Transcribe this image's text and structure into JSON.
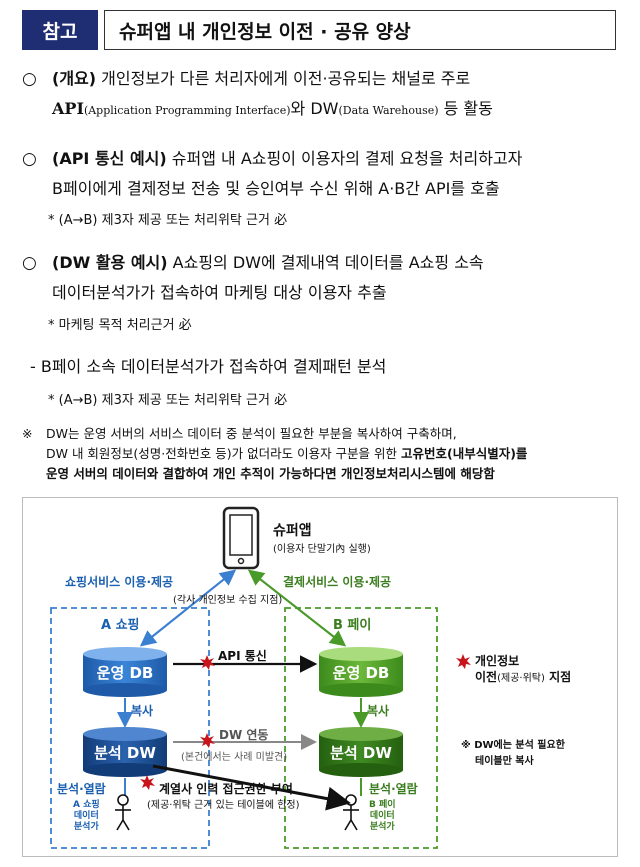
{
  "header": {
    "tag": "참고",
    "title": "슈퍼앱 내 개인정보 이전 · 공유 양상"
  },
  "bullet_symbol": "○",
  "items": [
    {
      "label": "(개요)",
      "line1_rest": " 개인정보가 다른 처리자에게 이전·공유되는 채널로 주로",
      "api_strong": "API",
      "api_paren": "(Application Programming Interface)",
      "mid": "와 DW",
      "dw_paren": "(Data Warehouse)",
      "end": " 등 활동"
    },
    {
      "label": "(API 통신 예시)",
      "line1_rest": " 슈퍼앱 내 A쇼핑이 이용자의 결제 요청을 처리하고자",
      "line2": "B페이에게 결제정보 전송 및 승인여부 수신 위해 A·B간 API를 호출",
      "note": "* (A→B) 제3자 제공 또는 처리위탁 근거 必"
    },
    {
      "label": "(DW 활용 예시)",
      "line1_rest": " A쇼핑의 DW에 결제내역 데이터를 A쇼핑 소속",
      "line2": "데이터분석가가 접속하여 마케팅 대상 이용자 추출",
      "note": "* 마케팅 목적 처리근거 必"
    }
  ],
  "dash_item": {
    "text": "- B페이 소속 데이터분석가가 접속하여 결제패턴 분석",
    "note": "* (A→B) 제3자 제공 또는 처리위탁 근거 必"
  },
  "reference": {
    "mark": "※",
    "line1": "DW는 운영 서버의 서비스 데이터 중 분석이 필요한 부분을 복사하여 구축하며,",
    "line2_a": "DW 내 회원정보(성명·전화번호 등)가 없더라도 이용자 구분을 위한 ",
    "line2_b": "고유번호(내부식별자)를",
    "line3": "운영 서버의 데이터와 결합하여 개인 추적이 가능하다면 개인정보처리시스템에 해당함"
  },
  "diagram": {
    "superapp": "슈퍼앱",
    "superapp_sub": "(이용자 단말기內 실행)",
    "shopping_service": "쇼핑서비스 이용·제공",
    "payment_service": "결제서비스 이용·제공",
    "collect_note": "(각사 개인정보 수집 지점)",
    "a_shop": "A 쇼핑",
    "b_pay": "B 페이",
    "ops_db_a": "운영 DB",
    "ops_db_b": "운영 DB",
    "api_comm": "API 통신",
    "copy_a": "복사",
    "copy_b": "복사",
    "dw_a": "분석 DW",
    "dw_b": "분석 DW",
    "dw_link": "DW 연동",
    "dw_link_sub": "(본건에서는 사례 미발견)",
    "analysis_a": "분석·열람",
    "analysis_b": "분석·열람",
    "affiliate": "계열사 인력 접근권한 부여",
    "affiliate_sub": "(제공·위탁 근거 있는 테이블에 한정)",
    "analyst_a": [
      "A 쇼핑",
      "데이터",
      "분석가"
    ],
    "analyst_b": [
      "B 페이",
      "데이터",
      "분석가"
    ],
    "legend_title": "개인정보",
    "legend_line2": "이전",
    "legend_line2_sub": "(제공·위탁)",
    "legend_line2_end": " 지점",
    "dw_note_1": "※ DW에는 분석 필요한",
    "dw_note_2": "테이블만 복사"
  },
  "colors": {
    "navy": "#1f2d73",
    "blue": "#1a5fb0",
    "green": "#3a7d1e",
    "red": "#c8151b"
  }
}
